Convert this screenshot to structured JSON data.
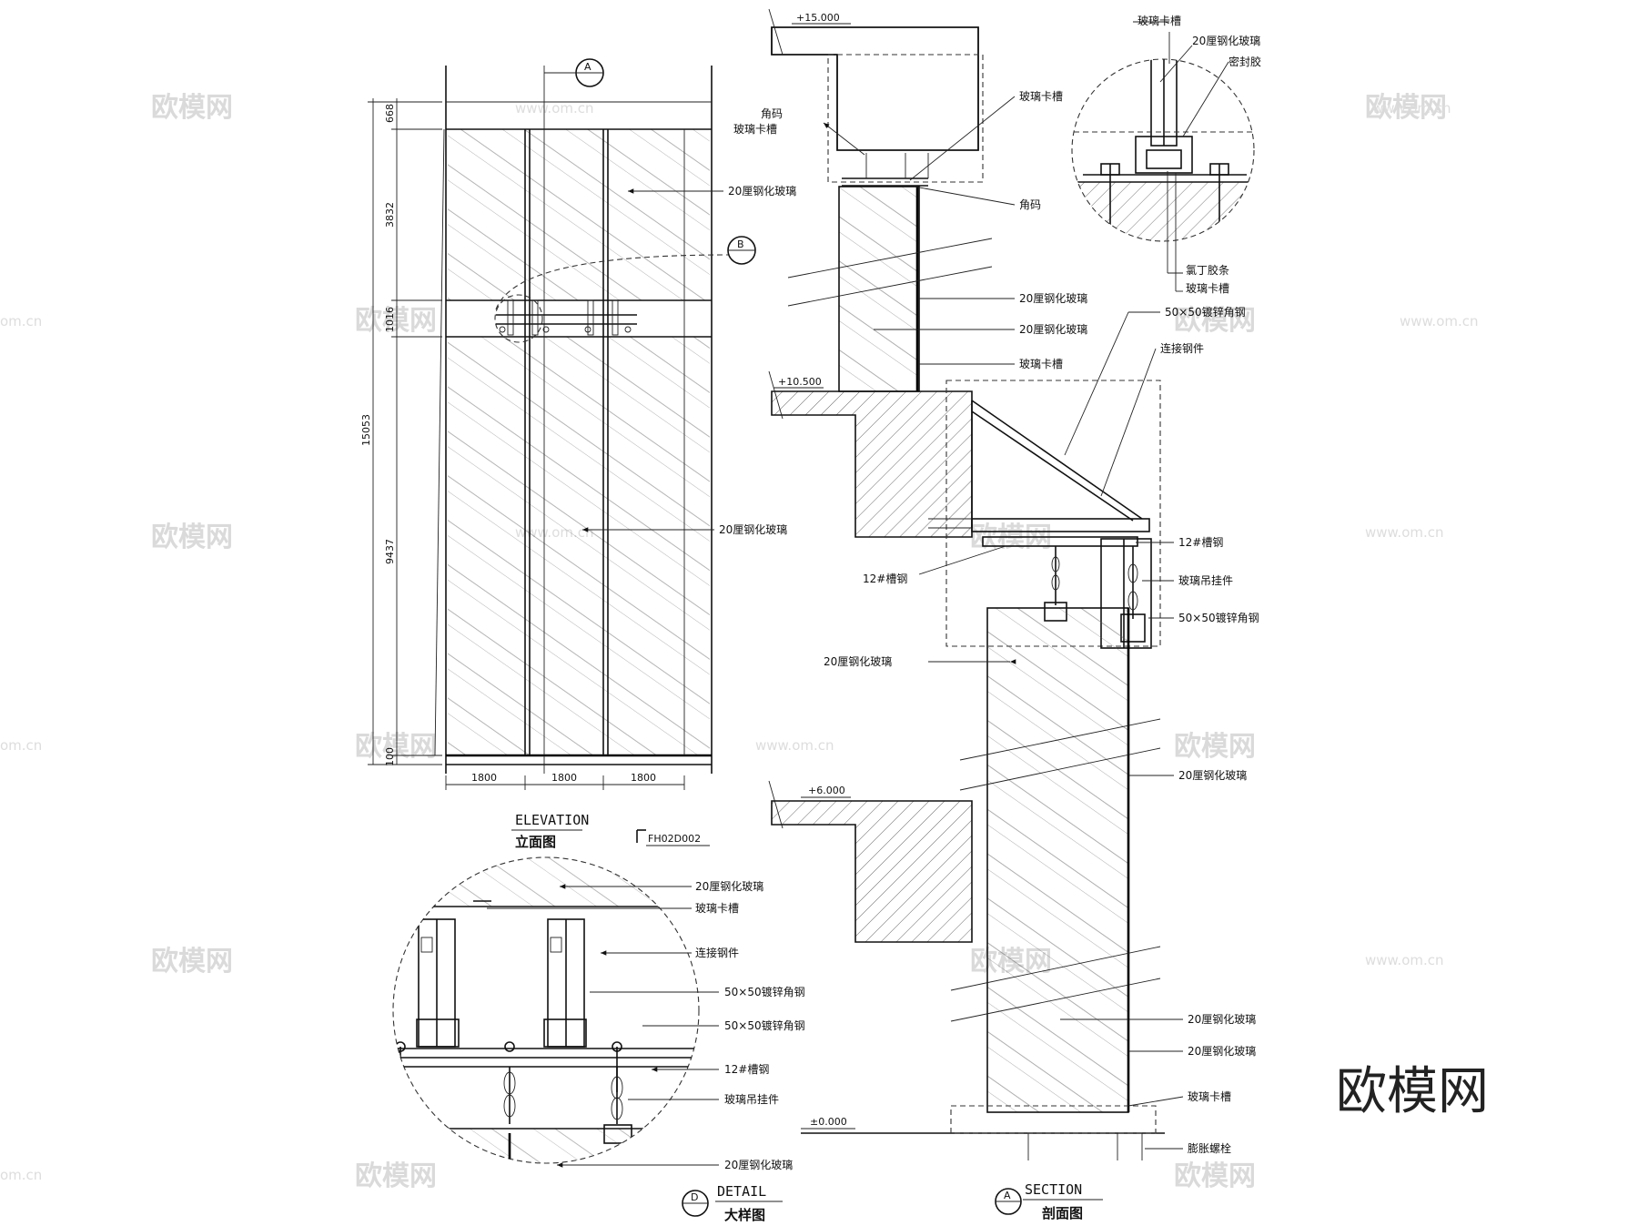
{
  "elevation": {
    "marker_a": "A",
    "marker_b": "B",
    "dims_vertical": [
      "668",
      "3832",
      "1016",
      "9437",
      "100"
    ],
    "dim_total": "15053",
    "dims_horizontal": [
      "1800",
      "1800",
      "1800"
    ],
    "labels": [
      "20厘钢化玻璃",
      "20厘钢化玻璃"
    ],
    "title_en": "ELEVATION",
    "title_cn": "立面图",
    "sheet_code": "FH02D002"
  },
  "section": {
    "levels": [
      "+15.000",
      "+10.500",
      "+6.000",
      "±0.000"
    ],
    "labels": [
      "角码",
      "玻璃卡槽",
      "玻璃卡槽",
      "角码",
      "20厘钢化玻璃",
      "20厘钢化玻璃",
      "玻璃卡槽",
      "50×50镀锌角钢",
      "连接钢件",
      "12#槽钢",
      "12#槽钢",
      "玻璃吊挂件",
      "50×50镀锌角钢",
      "20厘钢化玻璃",
      "20厘钢化玻璃",
      "20厘钢化玻璃",
      "20厘钢化玻璃",
      "玻璃卡槽",
      "膨胀螺栓"
    ],
    "marker": "A",
    "title_en": "SECTION",
    "title_cn": "剖面图"
  },
  "detail_top": {
    "labels": [
      "玻璃卡槽",
      "20厘钢化玻璃",
      "密封胶",
      "氯丁胶条",
      "玻璃卡槽"
    ]
  },
  "detail": {
    "labels": [
      "20厘钢化玻璃",
      "玻璃卡槽",
      "连接钢件",
      "50×50镀锌角钢",
      "50×50镀锌角钢",
      "12#槽钢",
      "玻璃吊挂件",
      "20厘钢化玻璃"
    ],
    "marker": "D",
    "title_en": "DETAIL",
    "title_cn": "大样图"
  },
  "watermarks": {
    "brand": "欧模网",
    "site": "www.om.cn",
    "site_short": "om.cn"
  }
}
